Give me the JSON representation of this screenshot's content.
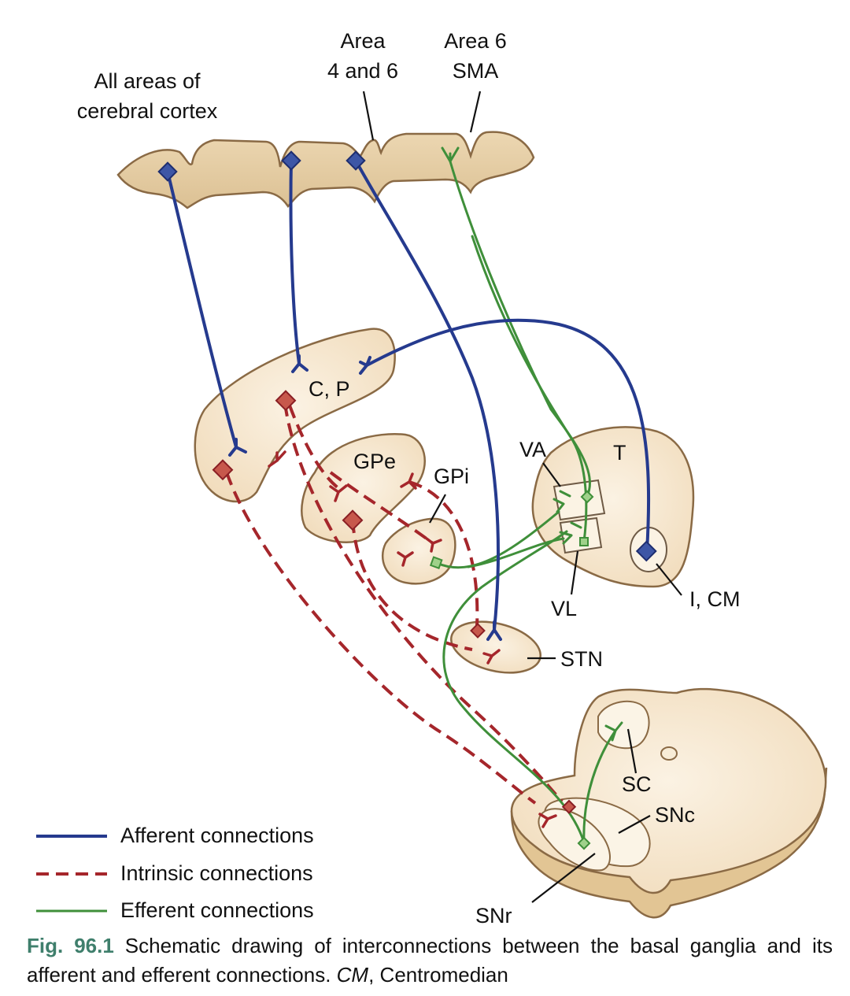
{
  "labels": {
    "cortex": [
      "All areas of",
      "cerebral cortex"
    ],
    "area46": [
      "Area",
      "4 and 6"
    ],
    "area6sma": [
      "Area 6",
      "SMA"
    ],
    "cp": "C, P",
    "gpe": "GPe",
    "gpi": "GPi",
    "va": "VA",
    "t": "T",
    "vl": "VL",
    "icm": "I, CM",
    "stn": "STN",
    "sc": "SC",
    "snc": "SNc",
    "snr": "SNr"
  },
  "legend": [
    {
      "label": "Afferent connections",
      "color": "#253a8e",
      "style": "solid"
    },
    {
      "label": "Intrinsic connections",
      "color": "#a5262b",
      "style": "dashed"
    },
    {
      "label": "Efferent connections",
      "color": "#3f8f3a",
      "style": "solid"
    }
  ],
  "caption": {
    "fig_no": "Fig. 96.1",
    "text_part1": " Schematic drawing of interconnections between the basal ganglia and its afferent and efferent connections. ",
    "abbr": "CM",
    "text_part2": ", Centromedian"
  },
  "colors": {
    "tissue": "#f4e3c8",
    "tissue_edge": "#7a5a3a",
    "cortex_fill": "#e6cfa6",
    "afferent": "#253a8e",
    "intrinsic": "#a5262b",
    "efferent": "#3f8f3a"
  },
  "icons": {
    "neuron_cell_body": "diamond",
    "synapse_terminal": "fork"
  }
}
